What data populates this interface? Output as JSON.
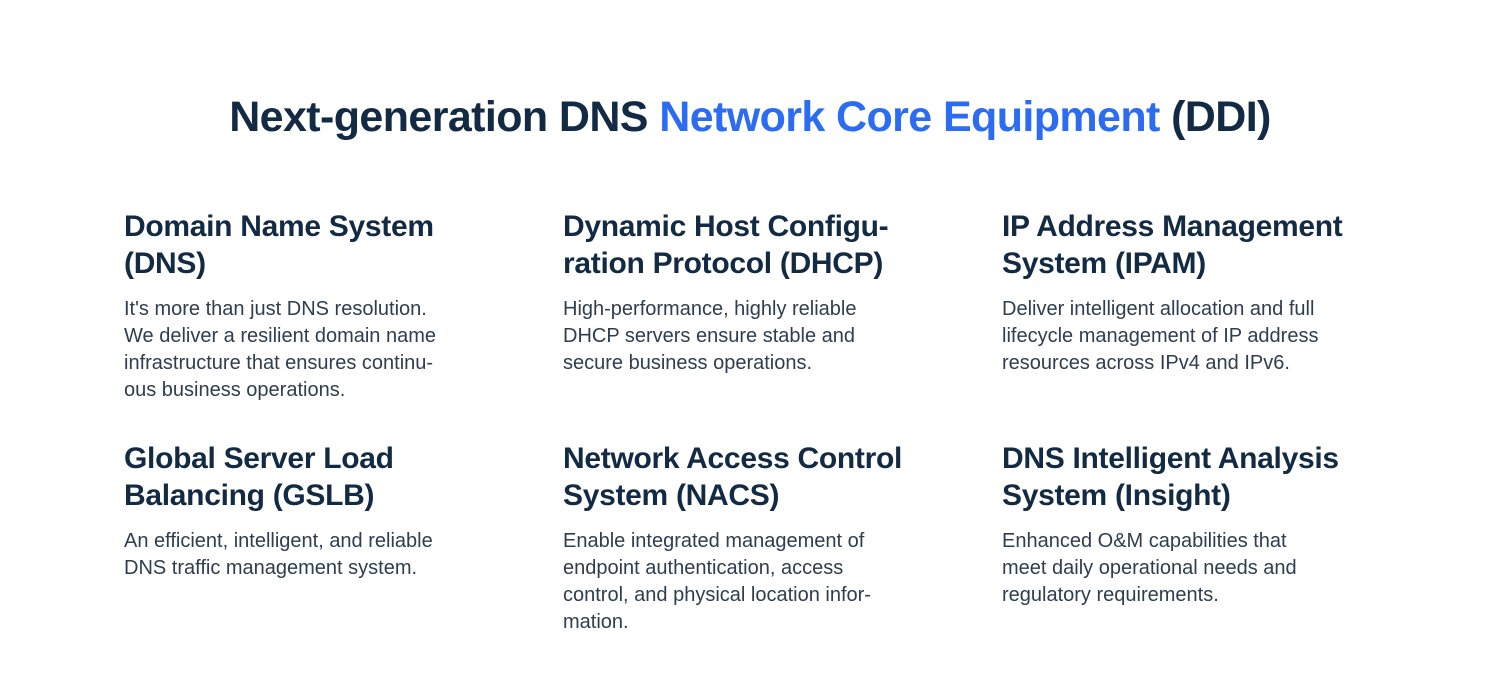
{
  "theme": {
    "background_color": "#ffffff",
    "heading_color": "#122a43",
    "accent_color": "#2b6cf2",
    "body_text_color": "#2f3d4e"
  },
  "title": {
    "part1": "Next-generation DNS ",
    "part2": "Network Core Equipment",
    "part3": " (DDI)"
  },
  "cards": [
    {
      "title": [
        "Domain Name System",
        "(DNS)"
      ],
      "description": [
        "It's more than just DNS resolution.",
        "We deliver a resilient domain name",
        "infrastructure that ensures continu-",
        "ous business operations."
      ]
    },
    {
      "title": [
        "Dynamic Host Configu-",
        "ration Protocol (DHCP)"
      ],
      "description": [
        "High-performance, highly reliable",
        "DHCP servers ensure stable and",
        "secure business operations."
      ]
    },
    {
      "title": [
        "IP Address Management",
        "System (IPAM)"
      ],
      "description": [
        "Deliver intelligent allocation and full",
        "lifecycle management of IP address",
        "resources across IPv4 and IPv6."
      ]
    },
    {
      "title": [
        "Global Server Load",
        "Balancing (GSLB)"
      ],
      "description": [
        "An efficient, intelligent, and reliable",
        "DNS traffic management system."
      ]
    },
    {
      "title": [
        "Network Access Control",
        "System (NACS)"
      ],
      "description": [
        "Enable integrated management of",
        "endpoint authentication, access",
        "control, and physical location infor-",
        "mation."
      ]
    },
    {
      "title": [
        "DNS Intelligent Analysis",
        "System (Insight)"
      ],
      "description": [
        "Enhanced O&M capabilities that",
        "meet daily operational needs and",
        "regulatory requirements."
      ]
    }
  ]
}
